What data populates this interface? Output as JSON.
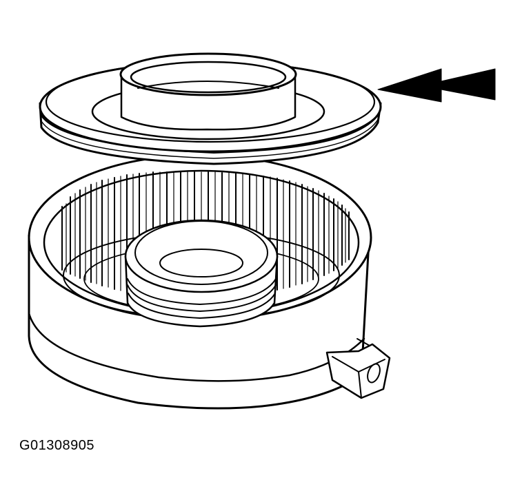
{
  "figure": {
    "id_label": "G01308905"
  },
  "parts": {
    "piston": "piston-ring-illustration",
    "housing": "clutch-drum-housing",
    "pointer": "arrow-pointer-icon"
  },
  "colors": {
    "line": "#000000",
    "fill": "#ffffff"
  }
}
